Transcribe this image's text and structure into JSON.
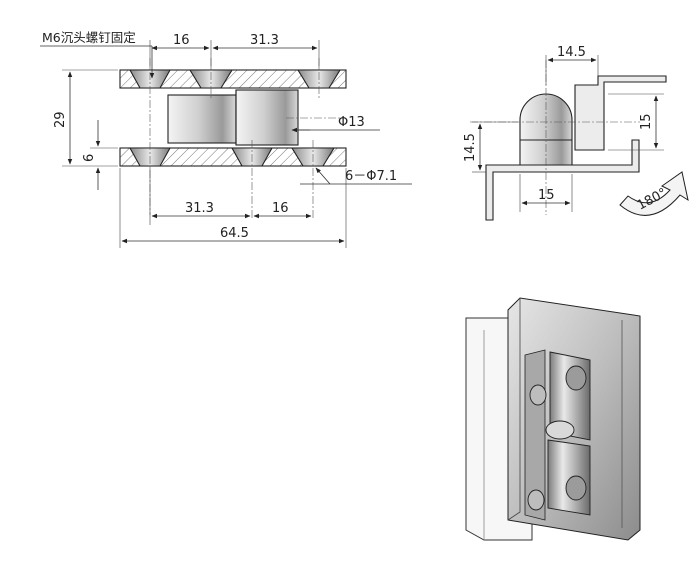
{
  "front_view": {
    "note": "M6沉头螺钉固定",
    "dims": {
      "top_pitch": "16",
      "top_span": "31.3",
      "height": "29",
      "plate": "6",
      "pin_dia": "Φ13",
      "holes": "6－Φ7.1",
      "bottom_span": "31.3",
      "bottom_pitch": "16",
      "overall": "64.5"
    }
  },
  "side_view": {
    "dims": {
      "top_width": "14.5",
      "right_height": "15",
      "left_height": "14.5",
      "bottom_width": "15"
    },
    "rotation": "180°"
  },
  "colors": {
    "line": "#222222",
    "part_fill": "#d9d9d9",
    "hatch": "#555555",
    "shade_dark": "#6f6f6f"
  }
}
